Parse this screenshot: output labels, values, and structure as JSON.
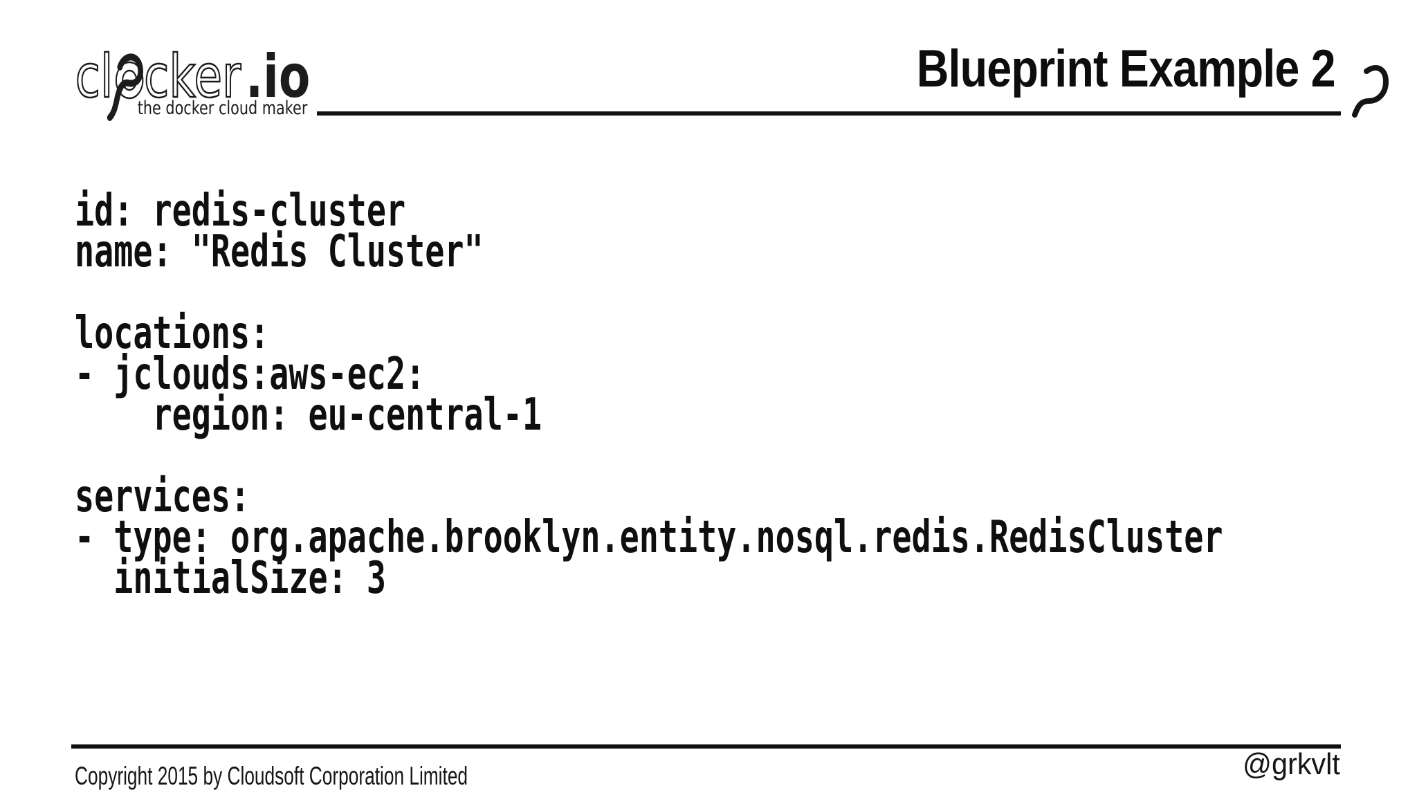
{
  "slide": {
    "logo": {
      "part_cl": "cl",
      "part_cker": "cker",
      "part_io": ".io",
      "tagline": "the docker cloud maker"
    },
    "title": "Blueprint Example 2",
    "code": "id: redis-cluster\nname: \"Redis Cluster\"\n\nlocations:\n- jclouds:aws-ec2:\n    region: eu-central-1\n\nservices:\n- type: org.apache.brooklyn.entity.nosql.redis.RedisCluster\n  initialSize: 3",
    "footer": {
      "copyright": "Copyright 2015 by Cloudsoft Corporation Limited",
      "handle": "@grkvlt"
    },
    "colors": {
      "ink": "#111111",
      "background": "#ffffff"
    }
  }
}
